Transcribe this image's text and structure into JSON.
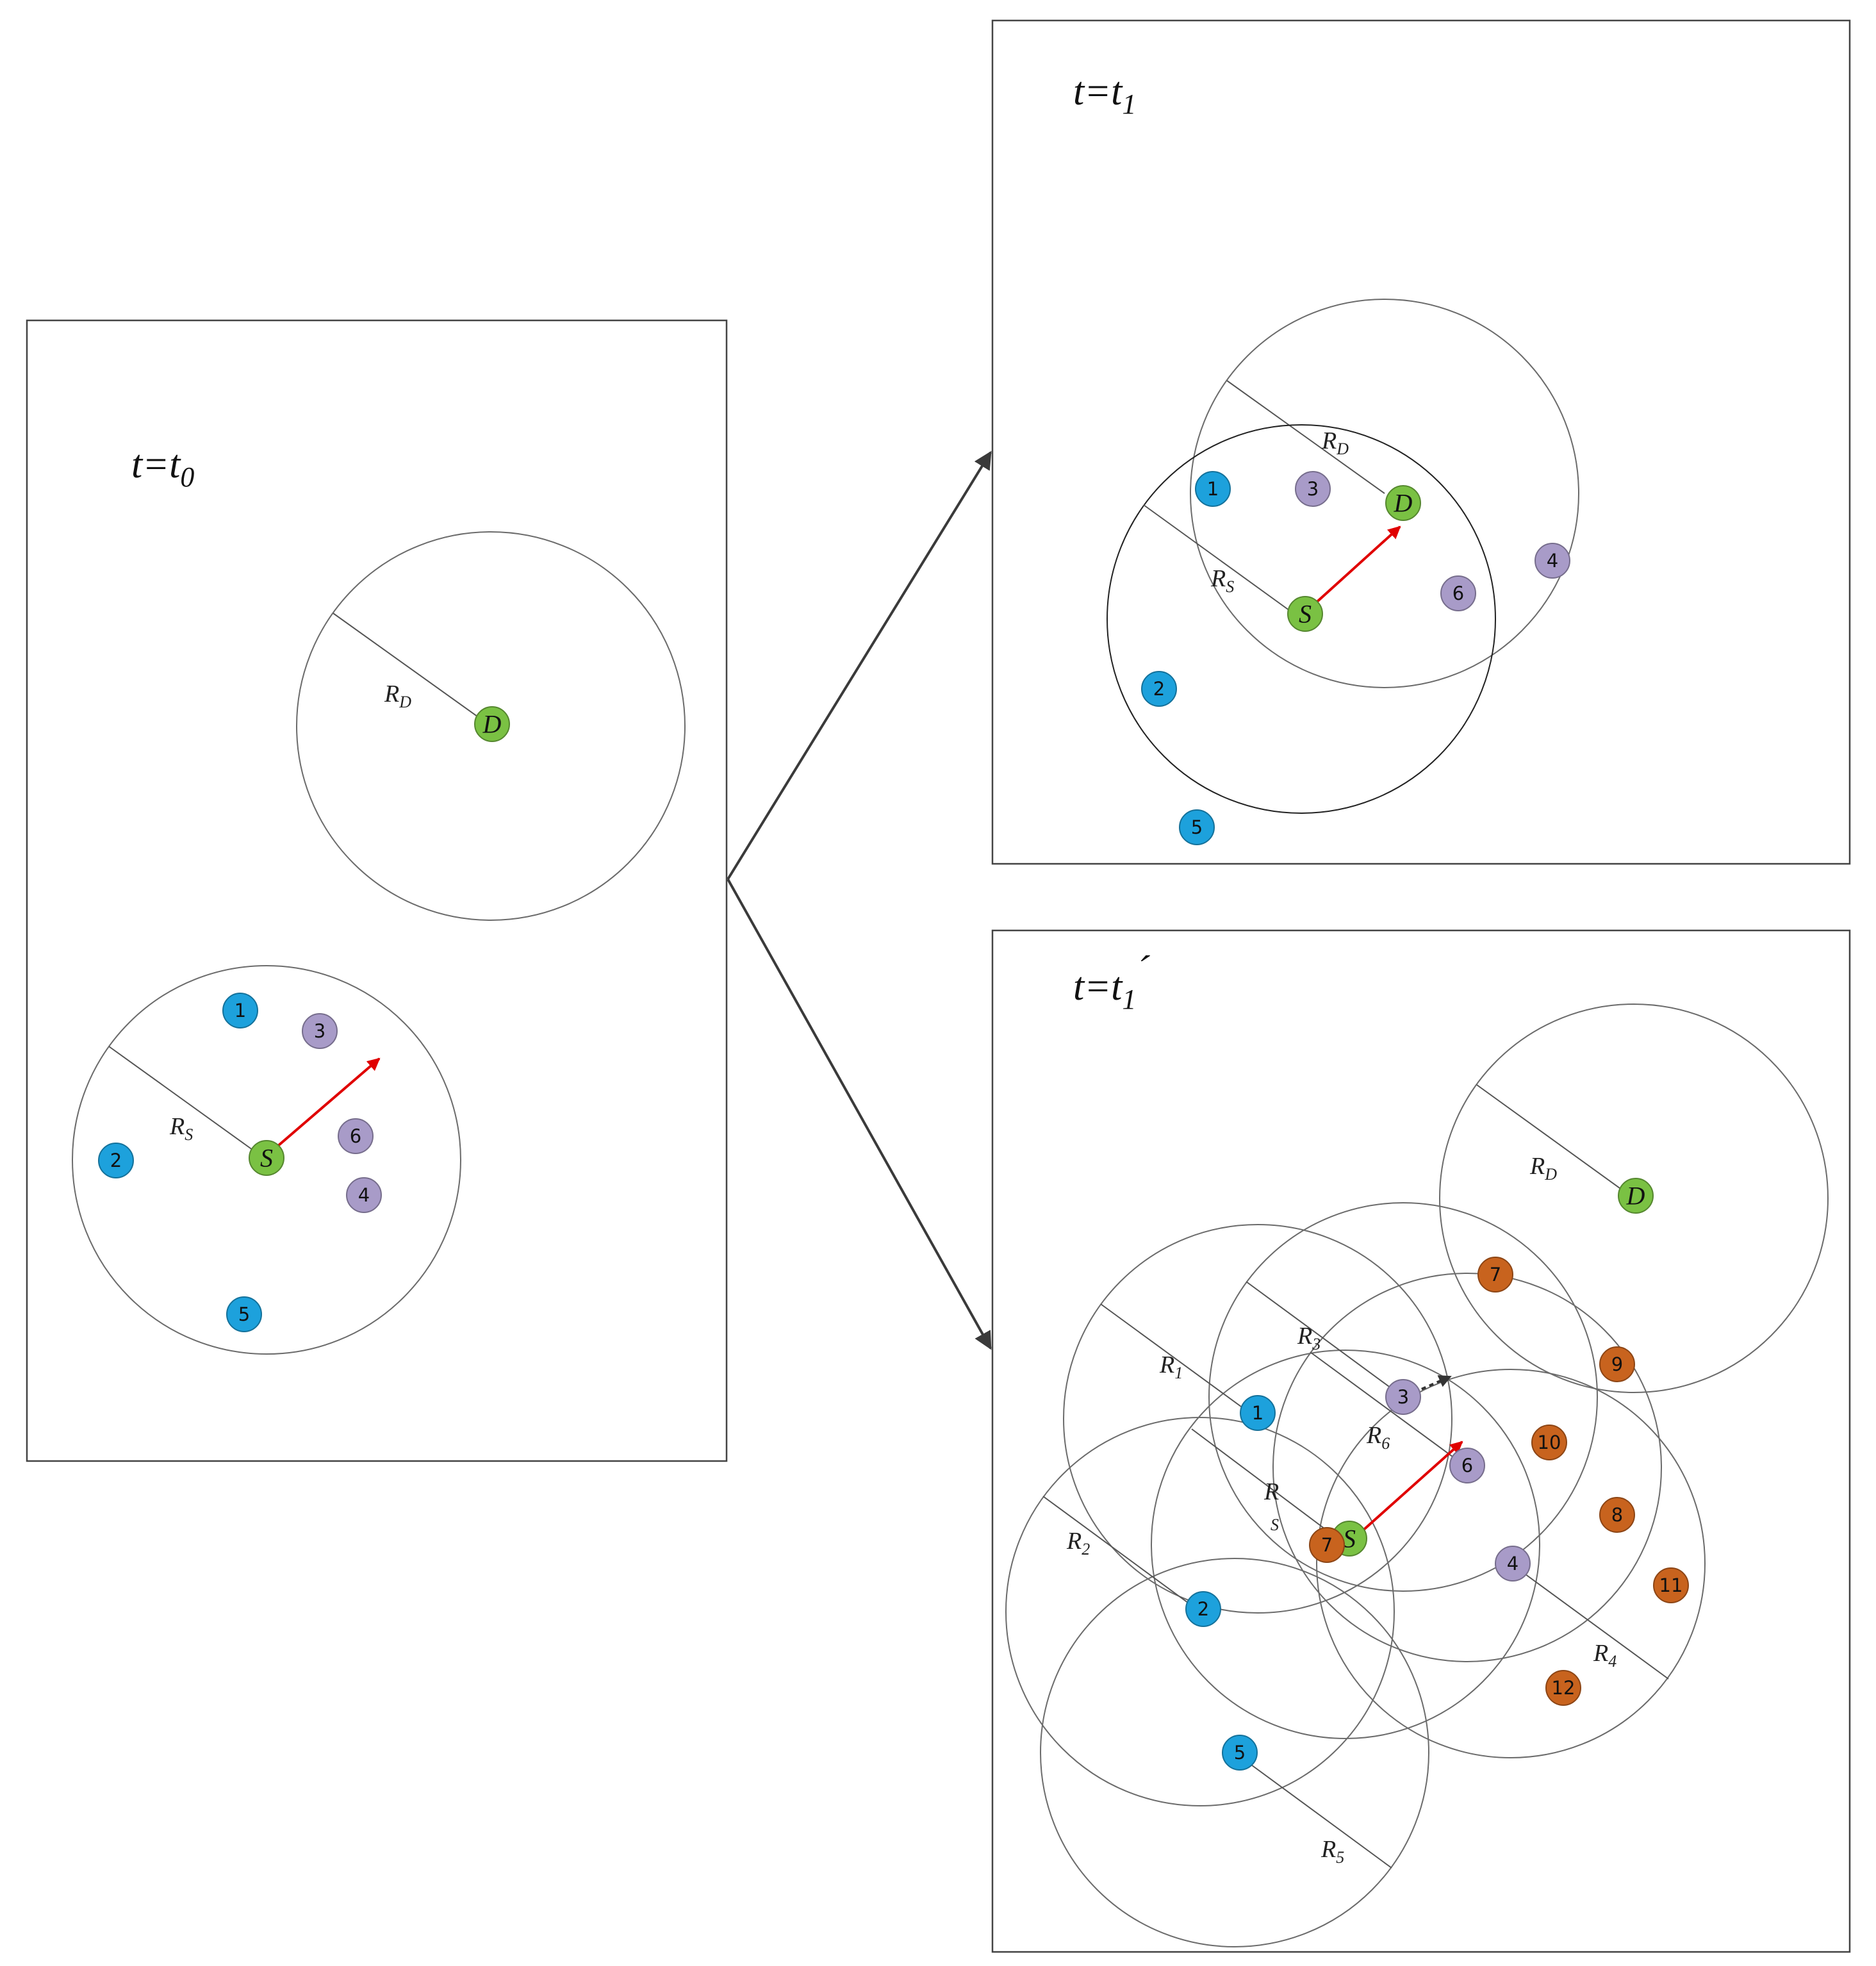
{
  "colors": {
    "source_node": "#7ac143",
    "destination_node": "#7ac143",
    "blue_node": "#1da1dc",
    "purple_node": "#a89bc8",
    "orange_node": "#c8631e",
    "movement_arrow": "#e00000",
    "hint_arrow": "#333333"
  },
  "panels": [
    {
      "id": "t0",
      "title": {
        "var": "t",
        "eq": "=",
        "base": "t",
        "sub": "0",
        "prime": ""
      },
      "radius_labels": [
        {
          "base": "R",
          "sub": "D"
        },
        {
          "base": "R",
          "sub": "S"
        }
      ],
      "nodes": [
        {
          "label": "D",
          "kind": "destination"
        },
        {
          "label": "S",
          "kind": "source"
        },
        {
          "label": "1",
          "kind": "blue"
        },
        {
          "label": "2",
          "kind": "blue"
        },
        {
          "label": "3",
          "kind": "purple"
        },
        {
          "label": "4",
          "kind": "purple"
        },
        {
          "label": "5",
          "kind": "blue"
        },
        {
          "label": "6",
          "kind": "purple"
        }
      ]
    },
    {
      "id": "t1",
      "title": {
        "var": "t",
        "eq": "=",
        "base": "t",
        "sub": "1",
        "prime": ""
      },
      "radius_labels": [
        {
          "base": "R",
          "sub": "D"
        },
        {
          "base": "R",
          "sub": "S"
        }
      ],
      "nodes": [
        {
          "label": "D",
          "kind": "destination"
        },
        {
          "label": "S",
          "kind": "source"
        },
        {
          "label": "1",
          "kind": "blue"
        },
        {
          "label": "2",
          "kind": "blue"
        },
        {
          "label": "3",
          "kind": "purple"
        },
        {
          "label": "4",
          "kind": "purple"
        },
        {
          "label": "5",
          "kind": "blue"
        },
        {
          "label": "6",
          "kind": "purple"
        }
      ]
    },
    {
      "id": "t1prime",
      "title": {
        "var": "t",
        "eq": "=",
        "base": "t",
        "sub": "1",
        "prime": "´"
      },
      "radius_labels": [
        {
          "base": "R",
          "sub": "D"
        },
        {
          "base": "R",
          "sub": "1"
        },
        {
          "base": "R",
          "sub": "3"
        },
        {
          "base": "R",
          "sub": "6"
        },
        {
          "base": "R",
          "sub": "S"
        },
        {
          "base": "R",
          "sub": "2"
        },
        {
          "base": "R",
          "sub": "4"
        },
        {
          "base": "R",
          "sub": "5"
        }
      ],
      "nodes": [
        {
          "label": "D",
          "kind": "destination"
        },
        {
          "label": "S",
          "kind": "source"
        },
        {
          "label": "1",
          "kind": "blue"
        },
        {
          "label": "2",
          "kind": "blue"
        },
        {
          "label": "5",
          "kind": "blue"
        },
        {
          "label": "3",
          "kind": "purple"
        },
        {
          "label": "4",
          "kind": "purple"
        },
        {
          "label": "6",
          "kind": "purple"
        },
        {
          "label": "7",
          "kind": "orange"
        },
        {
          "label": "7",
          "kind": "orange"
        },
        {
          "label": "8",
          "kind": "orange"
        },
        {
          "label": "9",
          "kind": "orange"
        },
        {
          "label": "10",
          "kind": "orange"
        },
        {
          "label": "11",
          "kind": "orange"
        },
        {
          "label": "12",
          "kind": "orange"
        }
      ]
    }
  ]
}
